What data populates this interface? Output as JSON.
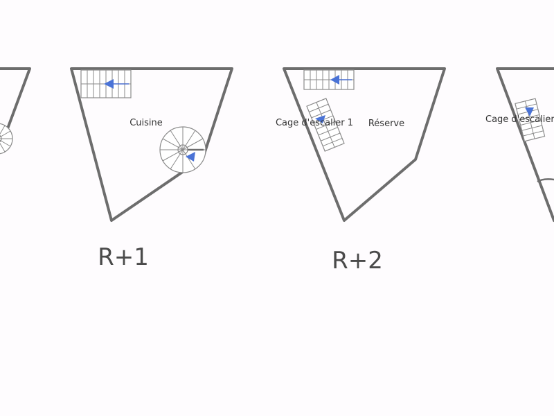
{
  "plans": [
    {
      "level": "",
      "rooms": []
    },
    {
      "level": "R+1",
      "rooms": [
        "Cuisine"
      ]
    },
    {
      "level": "R+2",
      "rooms": [
        "Cage d'escalier 1",
        "Réserve"
      ]
    },
    {
      "level": "",
      "rooms": [
        "Cage d'escalier"
      ]
    }
  ],
  "colors": {
    "wall": "#6d6d6d",
    "stair_line": "#8a8a8a",
    "arrow": "#4a73d6",
    "background": "#fefcfe"
  },
  "icons": [
    "straight-stair-icon",
    "spiral-stair-icon",
    "direction-arrow-icon"
  ]
}
